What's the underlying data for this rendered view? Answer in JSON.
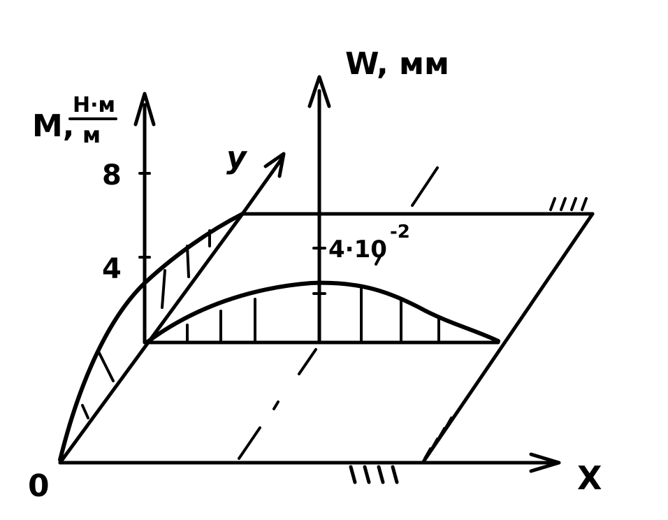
{
  "axes": {
    "x_label": "X",
    "y_label": "y",
    "w_label": "W, мм",
    "m_label_prefix": "M,",
    "m_unit_num": "Н·м",
    "m_unit_den": "м",
    "origin_label": "0"
  },
  "ticks": {
    "m_tick_8": "8",
    "m_tick_4": "4",
    "w_tick_base": "4·10",
    "w_tick_exp": "-2"
  },
  "colors": {
    "ink": "#000000",
    "paper": "#ffffff"
  }
}
